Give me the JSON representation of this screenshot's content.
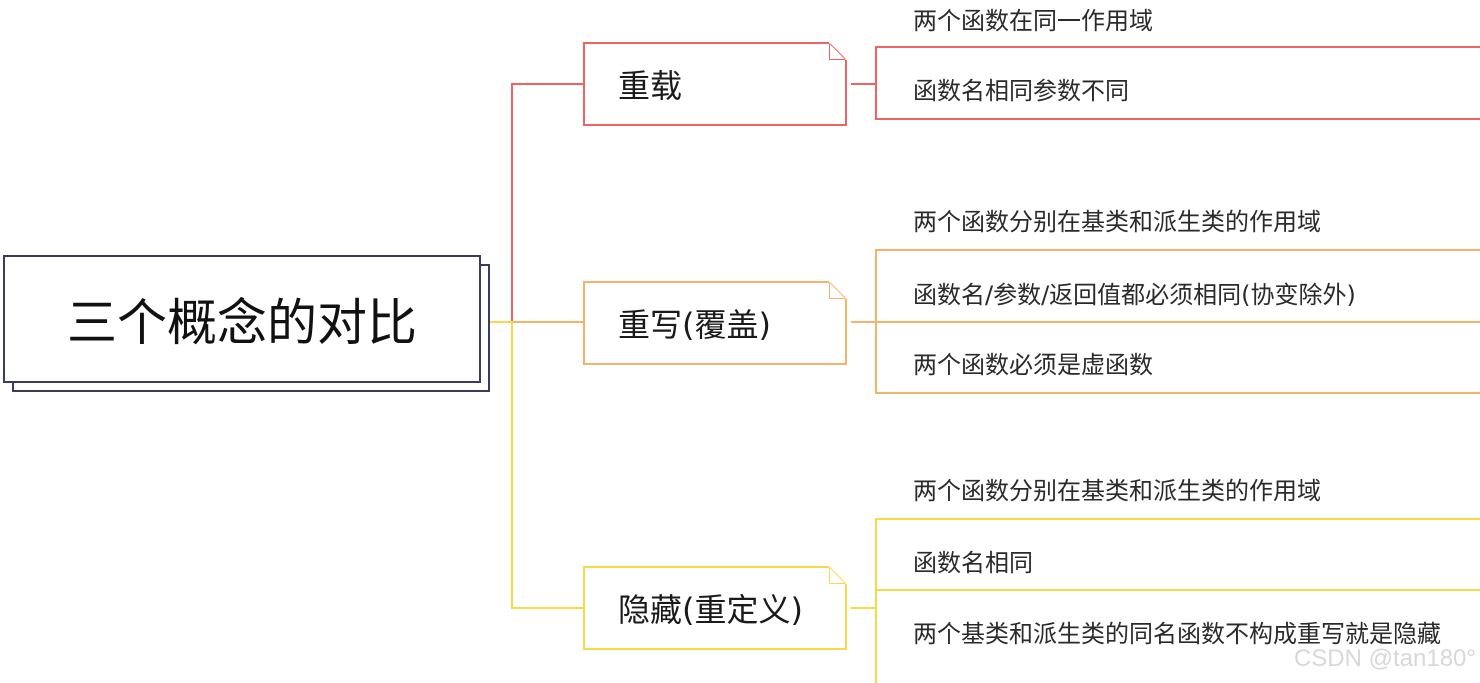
{
  "root": {
    "label": "三个概念的对比"
  },
  "colors": {
    "root_border": "#3b3b5c",
    "overload": "#ef6461",
    "override": "#f6b26b",
    "hide": "#f7d94c"
  },
  "branches": [
    {
      "label": "重载",
      "leaves": [
        "两个函数在同一作用域",
        "函数名相同参数不同"
      ]
    },
    {
      "label": "重写(覆盖)",
      "leaves": [
        "两个函数分别在基类和派生类的作用域",
        "函数名/参数/返回值都必须相同(协变除外)",
        "两个函数必须是虚函数"
      ]
    },
    {
      "label": "隐藏(重定义)",
      "leaves": [
        "两个函数分别在基类和派生类的作用域",
        "函数名相同",
        "两个基类和派生类的同名函数不构成重写就是隐藏"
      ]
    }
  ],
  "watermark": "CSDN @tan180°"
}
